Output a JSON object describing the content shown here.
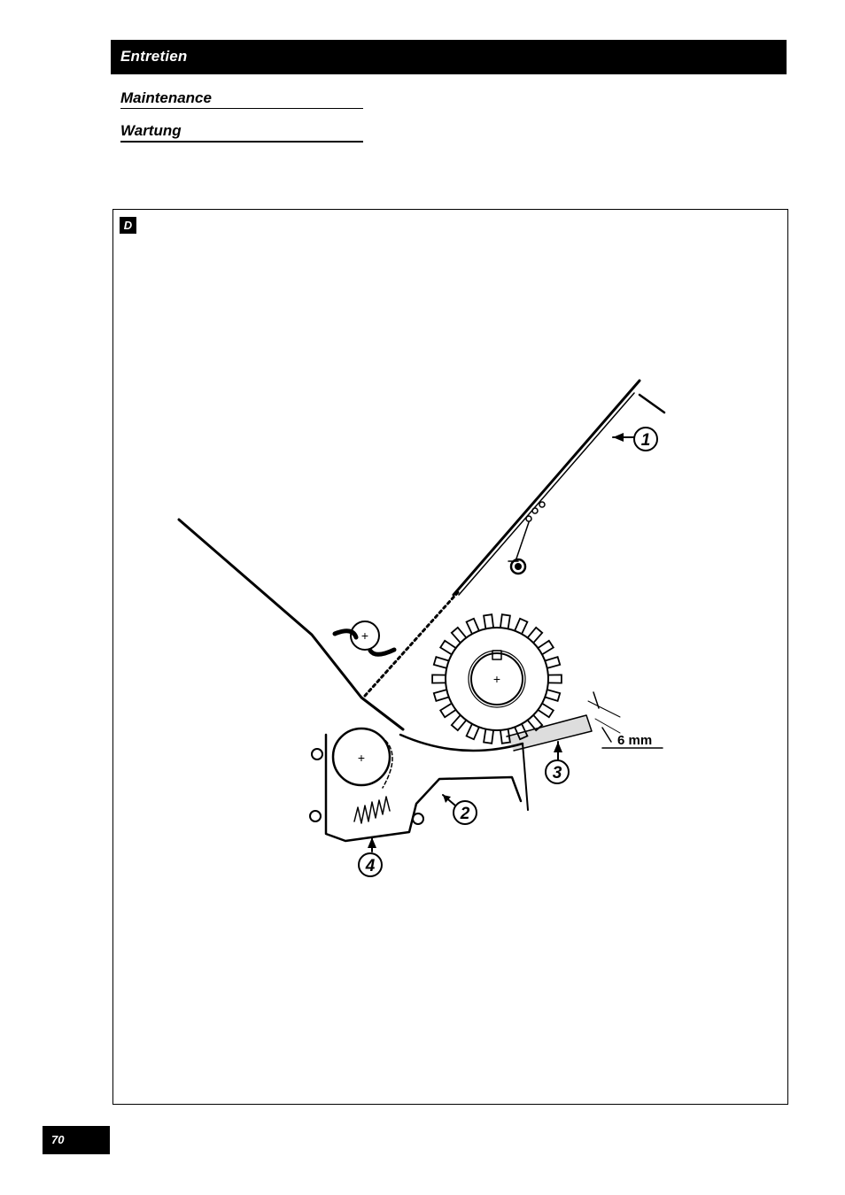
{
  "header": {
    "title": "Entretien"
  },
  "subtitles": [
    "Maintenance",
    "Wartung"
  ],
  "figure": {
    "badge": "D",
    "callouts": [
      "1",
      "2",
      "3",
      "4"
    ],
    "dimension": "6 mm",
    "center_mark": "+"
  },
  "footer": {
    "page_number": "70"
  }
}
